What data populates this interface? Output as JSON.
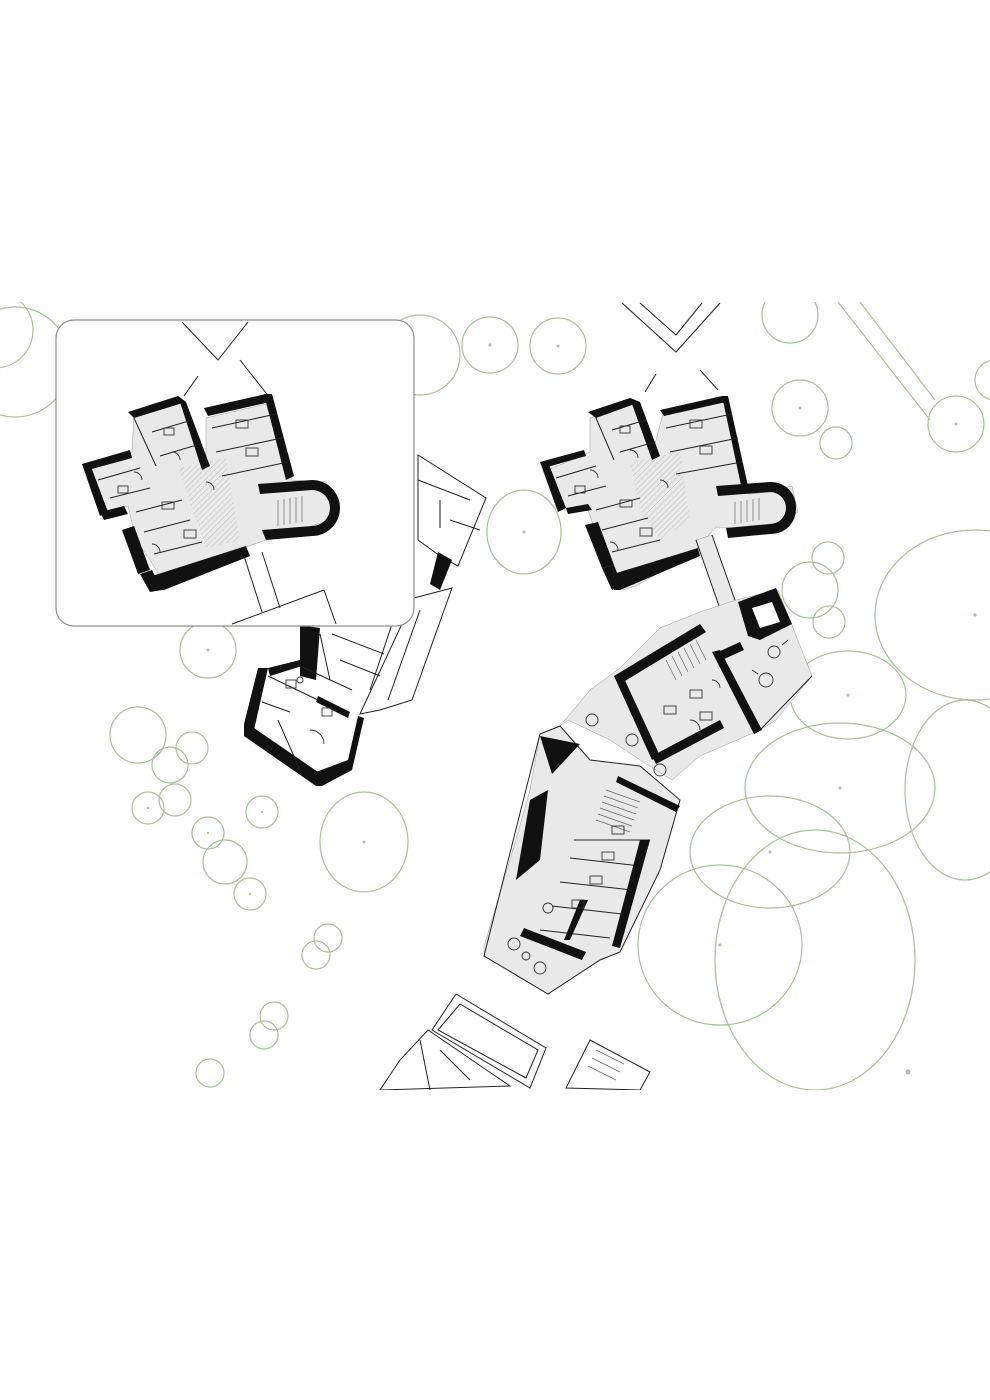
{
  "drawing": {
    "type": "architectural site floor plan",
    "line_color": "#111111",
    "vegetation_color": "#a7c29a",
    "background_color": "#ffffff",
    "inset_frame_color": "#8f8f8f",
    "elements": [
      "site-trees",
      "main-building-north-wing",
      "main-building-central-block",
      "main-building-south-wing",
      "annex-building-west",
      "building-south",
      "inset-detail-plan"
    ]
  }
}
